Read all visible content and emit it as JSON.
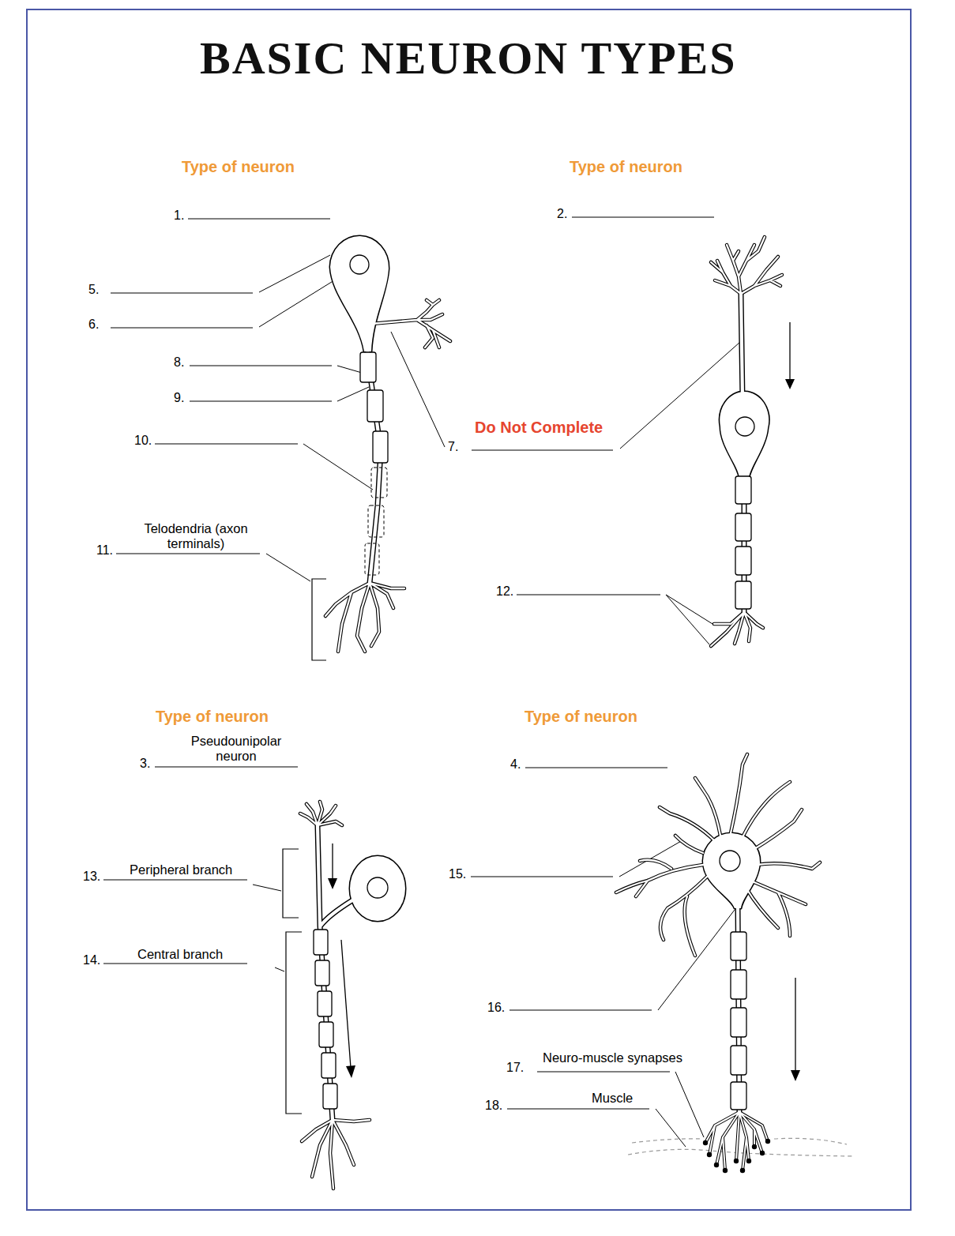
{
  "diagram": {
    "title": "BASIC NEURON TYPES",
    "labels": [
      "Type of neuron",
      "Type of neuron",
      "1.",
      "2.",
      "5.",
      "6.",
      "8.",
      "9.",
      "Do Not Complete",
      "7.",
      "10.",
      "Telodendria (axon terminals)",
      "11.",
      "12.",
      "Type of neuron",
      "Type of neuron",
      "Pseudounipolar neuron",
      "3.",
      "4.",
      "Peripheral branch",
      "13.",
      "15.",
      "Central branch",
      "14.",
      "16.",
      "Neuro-muscle synapses",
      "17.",
      "Muscle",
      "18."
    ]
  }
}
